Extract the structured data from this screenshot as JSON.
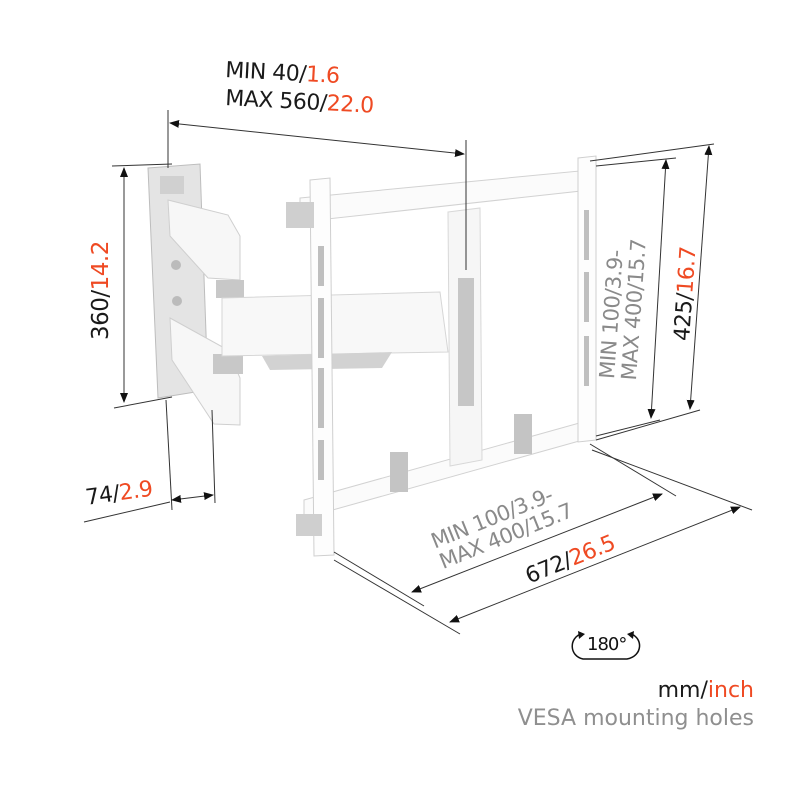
{
  "diagram": {
    "subject": "full-motion TV wall mount, dimension drawing",
    "colors": {
      "metric": "#1a1a1a",
      "imperial": "#ef4a23",
      "vesa": "#8a8a8a",
      "mount_white": "#fafafa",
      "mount_gray": "#c8c8c8"
    },
    "dimensions": {
      "extension": {
        "min_label": "MIN 40/",
        "min_inch": "1.6",
        "max_label": "MAX 560/",
        "max_inch": "22.0"
      },
      "wall_plate_height": {
        "mm": "360/",
        "inch": "14.2"
      },
      "wall_plate_depth": {
        "mm": "74/",
        "inch": "2.9"
      },
      "vesa_vertical": {
        "line1": "MIN 100/3.9-",
        "line2": "MAX 400/15.7"
      },
      "frame_height": {
        "mm": "425/",
        "inch": "16.7"
      },
      "vesa_horizontal": {
        "line1": "MIN 100/3.9-",
        "line2": "MAX 400/15.7"
      },
      "frame_width": {
        "mm": "672/",
        "inch": "26.5"
      }
    },
    "rotation": {
      "label": "180°"
    },
    "legend": {
      "units_metric": "mm/",
      "units_imperial": "inch",
      "vesa_note": "VESA mounting holes"
    }
  }
}
